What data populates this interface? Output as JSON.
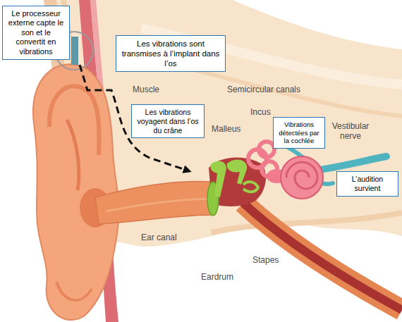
{
  "diagram": {
    "nodes": [
      {
        "text": [
          "Le processeur externe capte le son et le convertit en vibrations"
        ]
      },
      {
        "text": [
          "Les vibrations sont transmises à l’implant dans l’os"
        ]
      },
      {
        "text": [
          "Les vibrations voyagent dans l’os du crâne"
        ]
      },
      {
        "text": [
          "Vibrations détectées par la cochlée"
        ]
      },
      {
        "text": [
          "L’audition survient"
        ]
      }
    ],
    "labels": [
      "Muscle",
      "Semicircular canals",
      "Incus",
      "Malleus",
      "Vestibular nerve",
      "Ear canal",
      "Eardrum",
      "Stapes"
    ]
  }
}
